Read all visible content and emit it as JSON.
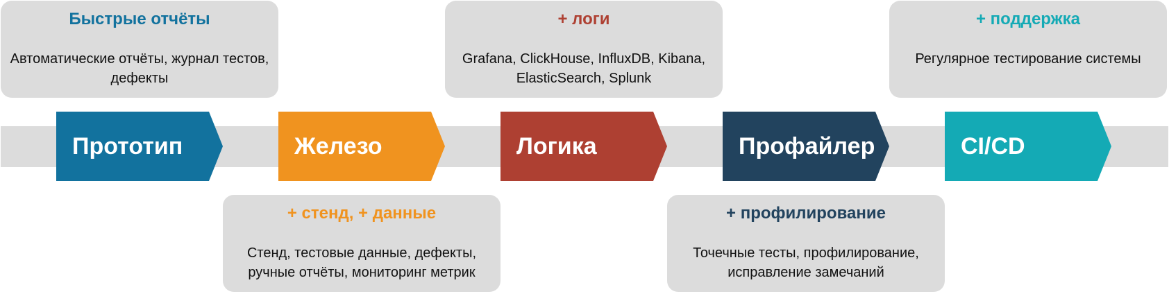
{
  "stages": [
    {
      "label": "Прототип",
      "color": "#12729e"
    },
    {
      "label": "Железо",
      "color": "#f0931f"
    },
    {
      "label": "Логика",
      "color": "#ae4032"
    },
    {
      "label": "Профайлер",
      "color": "#22435e"
    },
    {
      "label": "CI/CD",
      "color": "#14aab5"
    }
  ],
  "cards": [
    {
      "title": "Быстрые отчёты",
      "text": "Автоматические отчёты, журнал тестов, дефекты",
      "color": "#12729e"
    },
    {
      "title": "+ стенд, + данные",
      "text": "Стенд, тестовые данные, дефекты, ручные отчёты, мониторинг метрик",
      "color": "#f0931f"
    },
    {
      "title": "+ логи",
      "text": "Grafana, ClickHouse, InfluxDB, Kibana, ElasticSearch, Splunk",
      "color": "#ae4032"
    },
    {
      "title": "+ профилирование",
      "text": "Точечные тесты, профилирование, исправление замечаний",
      "color": "#22435e"
    },
    {
      "title": "+ поддержка",
      "text": "Регулярное тестирование системы",
      "color": "#14aab5"
    }
  ]
}
